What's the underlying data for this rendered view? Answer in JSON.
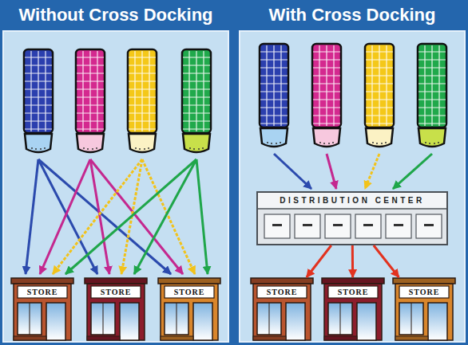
{
  "diagram": {
    "nodes": [
      {
        "text": [
          "Without Cross Docking"
        ]
      },
      {
        "text": [
          "STORE"
        ],
        "in": 0
      },
      {
        "text": [
          "STORE"
        ],
        "in": 0
      },
      {
        "text": [
          "STORE"
        ],
        "in": 0
      },
      {
        "text": [
          "With Cross Docking"
        ]
      },
      {
        "text": [
          "DISTRIBUTION CENTER"
        ],
        "in": 4
      },
      {
        "text": [
          "STORE"
        ],
        "in": 4
      },
      {
        "text": [
          "STORE"
        ],
        "in": 4
      },
      {
        "text": [
          "STORE"
        ],
        "in": 4
      }
    ],
    "edges": [
      {
        "from": 5,
        "to": 6,
        "arrow": "to"
      },
      {
        "from": 5,
        "to": 7,
        "arrow": "to"
      },
      {
        "from": 5,
        "to": 8,
        "arrow": "to"
      }
    ]
  }
}
